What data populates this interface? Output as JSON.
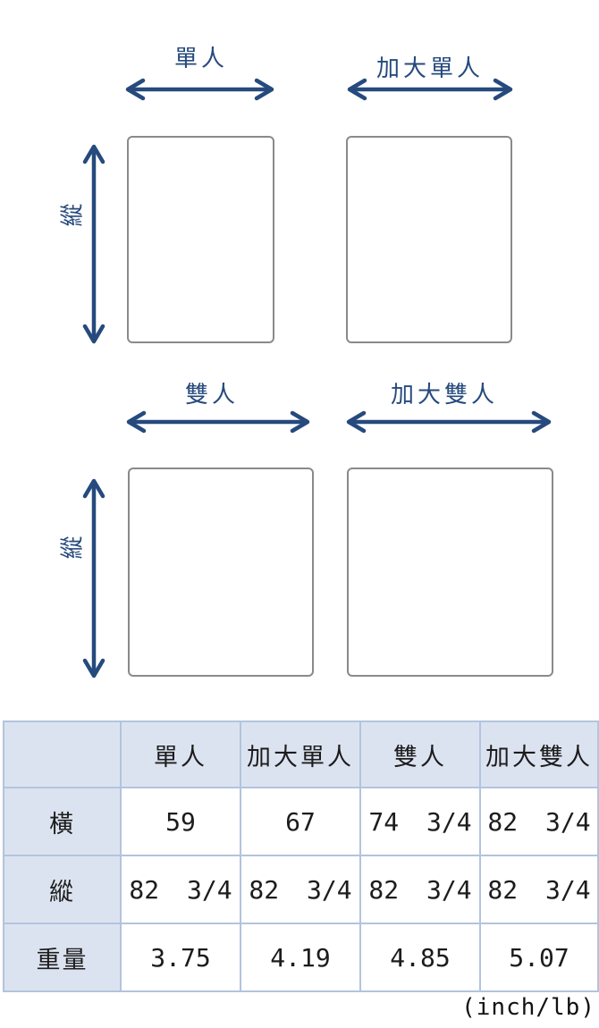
{
  "colors": {
    "accent_navy": "#264a7d",
    "rect_border": "#8a8a8a",
    "table_header_fill": "#dce3f0",
    "table_border": "#b2c4de",
    "table_text": "#1c1c1c"
  },
  "diagram": {
    "vertical_axis_label": "縱",
    "beds": [
      {
        "label": "單人"
      },
      {
        "label": "加大單人"
      },
      {
        "label": "雙人"
      },
      {
        "label": "加大雙人"
      }
    ]
  },
  "table": {
    "corner": "",
    "columns": [
      "單人",
      "加大單人",
      "雙人",
      "加大雙人"
    ],
    "rows": [
      {
        "label": "橫",
        "values": [
          "59",
          "67",
          "74 3/4",
          "82 3/4"
        ]
      },
      {
        "label": "縱",
        "values": [
          "82 3/4",
          "82 3/4",
          "82 3/4",
          "82 3/4"
        ]
      },
      {
        "label": "重量",
        "values": [
          "3.75",
          "4.19",
          "4.85",
          "5.07"
        ]
      }
    ],
    "units_note": "(inch/lb)"
  }
}
